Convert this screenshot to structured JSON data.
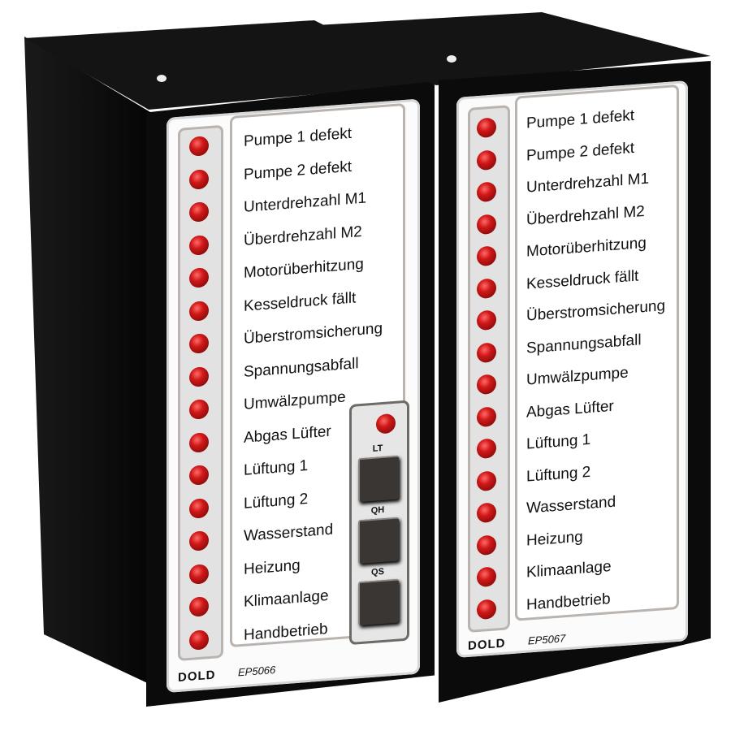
{
  "units": [
    {
      "brand": "DOLD",
      "model": "EP5066",
      "labels": [
        "Pumpe 1 defekt",
        "Pumpe 2 defekt",
        "Unterdrehzahl M1",
        "Überdrehzahl M2",
        "Motorüberhitzung",
        "Kesseldruck fällt",
        "Überstromsicherung",
        "Spannungsabfall",
        "Umwälzpumpe",
        "Abgas Lüfter",
        "Lüftung 1",
        "Lüftung 2",
        "Wasserstand",
        "Heizung",
        "Klimaanlage",
        "Handbetrieb"
      ],
      "buttons": [
        "LT",
        "QH",
        "QS"
      ]
    },
    {
      "brand": "DOLD",
      "model": "EP5067",
      "labels": [
        "Pumpe 1 defekt",
        "Pumpe 2 defekt",
        "Unterdrehzahl M1",
        "Überdrehzahl M2",
        "Motorüberhitzung",
        "Kesseldruck fällt",
        "Überstromsicherung",
        "Spannungsabfall",
        "Umwälzpumpe",
        "Abgas Lüfter",
        "Lüftung 1",
        "Lüftung 2",
        "Wasserstand",
        "Heizung",
        "Klimaanlage",
        "Handbetrieb"
      ]
    }
  ],
  "colors": {
    "housing": "#0b0b0b",
    "led": "#d01818",
    "panel": "#fbfbfb"
  }
}
